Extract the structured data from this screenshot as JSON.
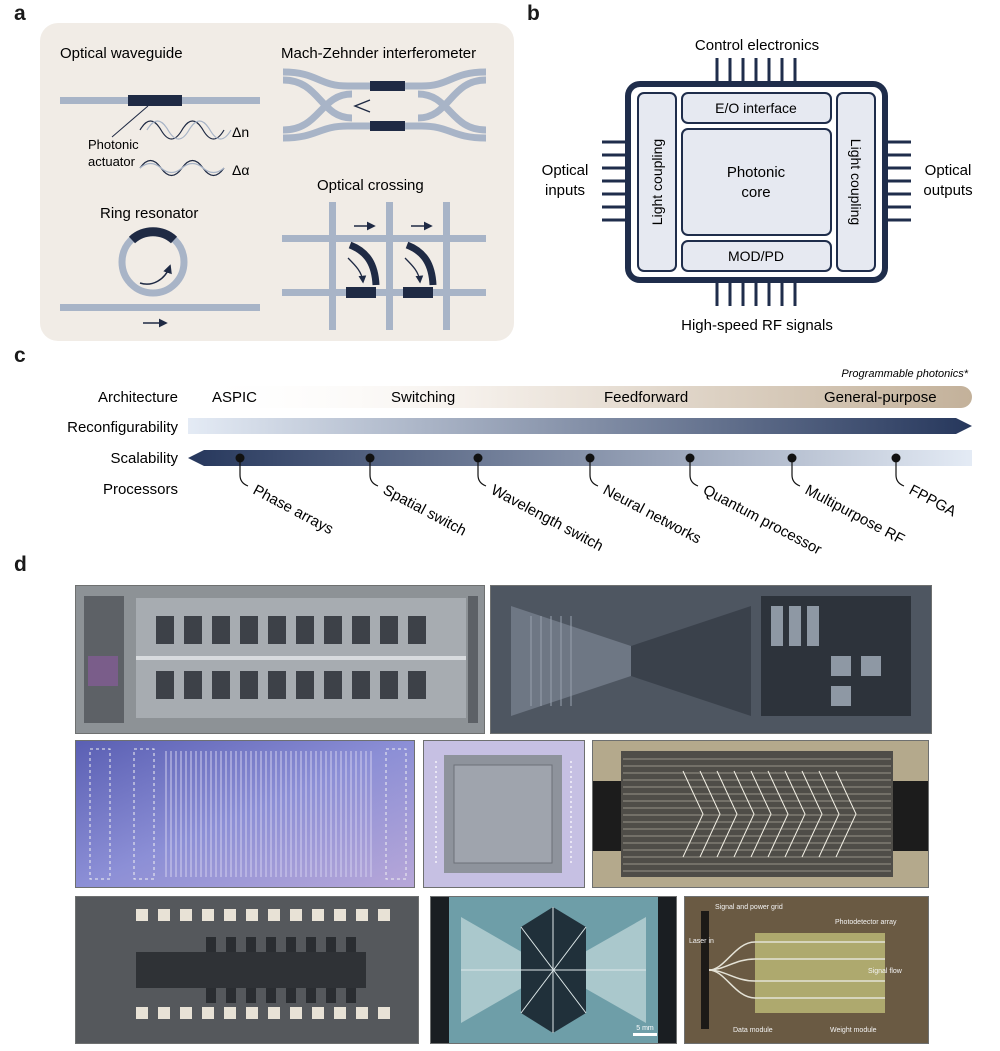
{
  "panels": {
    "a": {
      "letter": "a",
      "optical_waveguide": "Optical waveguide",
      "photonic_actuator": [
        "Photonic",
        "actuator"
      ],
      "delta_n": "Δn",
      "delta_alpha": "Δα",
      "mzi": "Mach-Zehnder interferometer",
      "ring_resonator": "Ring resonator",
      "optical_crossing": "Optical crossing"
    },
    "b": {
      "letter": "b",
      "control_electronics": "Control electronics",
      "eo_interface": "E/O interface",
      "photonic_core": [
        "Photonic",
        "core"
      ],
      "mod_pd": "MOD/PD",
      "light_coupling_left": "Light coupling",
      "light_coupling_right": "Light coupling",
      "optical_inputs": [
        "Optical",
        "inputs"
      ],
      "optical_outputs": [
        "Optical",
        "outputs"
      ],
      "rf_signals": "High-speed RF signals"
    },
    "c": {
      "letter": "c",
      "programmable_note": "Programmable photonics*",
      "rows": [
        "Architecture",
        "Reconfigurability",
        "Scalability",
        "Processors"
      ],
      "architectures": [
        "ASPIC",
        "Switching",
        "Feedforward",
        "General-purpose"
      ],
      "processors": [
        "Phase arrays",
        "Spatial switch",
        "Wavelength switch",
        "Neural networks",
        "Quantum processor",
        "Multipurpose RF",
        "FPPGA"
      ]
    },
    "d": {
      "letter": "d",
      "scale_bar": "5 mm",
      "labels": [
        "Signal and power grid",
        "Photodetector array",
        "Laser in",
        "Signal flow",
        "Data module",
        "Weight module"
      ]
    }
  },
  "colors": {
    "navy": "#1f2d4b",
    "light_fill": "#e6e9f1",
    "panel_a_bg": "#f1ece6",
    "waveguide": "#a8b4c7",
    "dark_segment": "#1f2a44"
  }
}
